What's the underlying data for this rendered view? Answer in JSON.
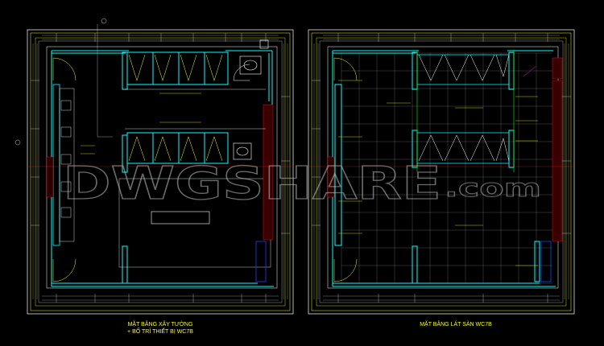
{
  "watermark": {
    "brand": "DWGSHARE",
    "suffix": ".com"
  },
  "sheets": [
    {
      "title_line1": "MẶT BẰNG XÂY TƯỜNG",
      "title_line2": "+ BỐ TRÍ THIẾT BỊ WC7B"
    },
    {
      "title_line1": "MẶT BẰNG LÁT SÀN WC7B"
    }
  ],
  "colors": {
    "background": "#000000",
    "wall": "#00ffff",
    "frame": "#ffff00",
    "dimension": "#d8d8d8",
    "accent": "#ff2020",
    "fixture": "#ffffff",
    "grid": "#8a8a8a",
    "door": "#ff00ff"
  }
}
